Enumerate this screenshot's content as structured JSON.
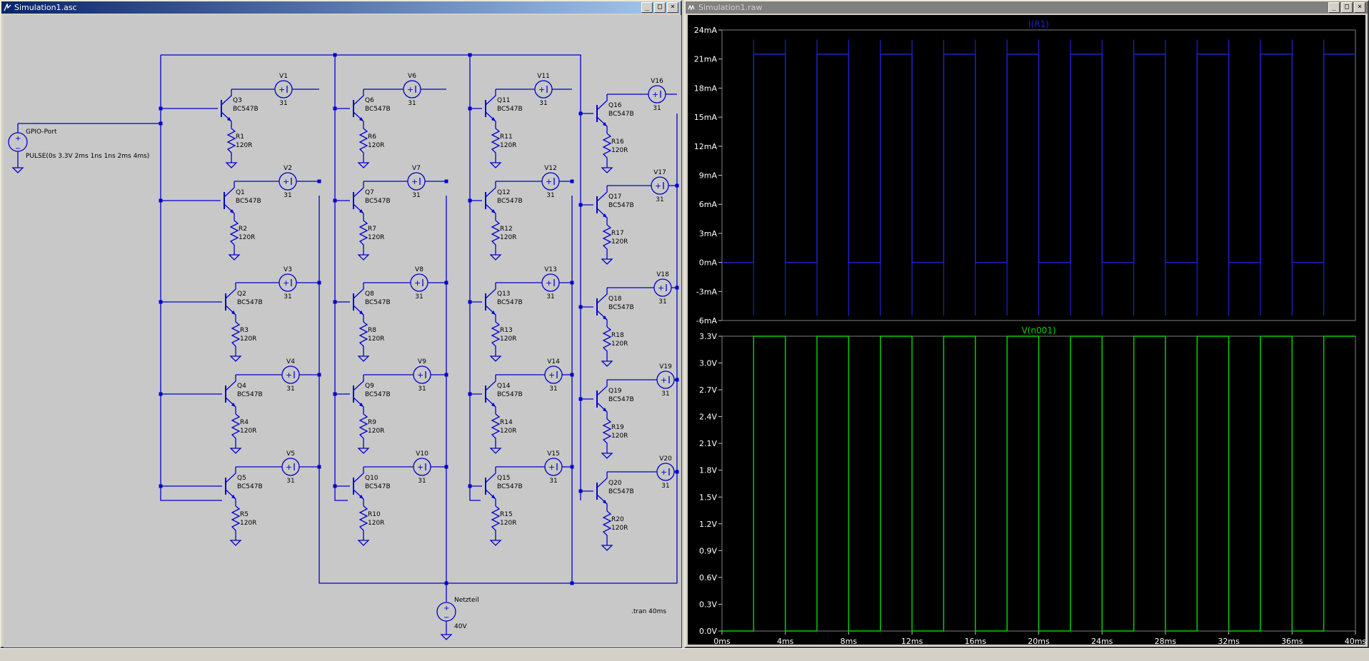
{
  "colors": {
    "schematic_bg": "#c8c8c8",
    "wire": "#0000d0",
    "plot_bg": "#000000",
    "plot_grid": "#808080",
    "trace_current": "#2020d0",
    "trace_voltage": "#00d000",
    "active_title": "#0a246a",
    "inactive_title": "#808080"
  },
  "schematic_window": {
    "title": "Simulation1.asc",
    "source": {
      "name": "GPIO-Port",
      "value": "PULSE(0s 3.3V 2ms 1ns 1ns 2ms 4ms)"
    },
    "supply": {
      "name": "Netzteil",
      "value": "40V"
    },
    "directive": ".tran 40ms",
    "transistor_model": "BC547B",
    "resistor_value": "120R",
    "load_value": "31",
    "stages": [
      {
        "q": "Q3",
        "r": "R1",
        "v": "V1"
      },
      {
        "q": "Q1",
        "r": "R2",
        "v": "V2"
      },
      {
        "q": "Q2",
        "r": "R3",
        "v": "V3"
      },
      {
        "q": "Q4",
        "r": "R4",
        "v": "V4"
      },
      {
        "q": "Q5",
        "r": "R5",
        "v": "V5"
      },
      {
        "q": "Q6",
        "r": "R6",
        "v": "V6"
      },
      {
        "q": "Q7",
        "r": "R7",
        "v": "V7"
      },
      {
        "q": "Q8",
        "r": "R8",
        "v": "V8"
      },
      {
        "q": "Q9",
        "r": "R9",
        "v": "V9"
      },
      {
        "q": "Q10",
        "r": "R10",
        "v": "V10"
      },
      {
        "q": "Q11",
        "r": "R11",
        "v": "V11"
      },
      {
        "q": "Q12",
        "r": "R12",
        "v": "V12"
      },
      {
        "q": "Q13",
        "r": "R13",
        "v": "V13"
      },
      {
        "q": "Q14",
        "r": "R14",
        "v": "V14"
      },
      {
        "q": "Q15",
        "r": "R15",
        "v": "V15"
      },
      {
        "q": "Q16",
        "r": "R16",
        "v": "V16"
      },
      {
        "q": "Q17",
        "r": "R17",
        "v": "V17"
      },
      {
        "q": "Q18",
        "r": "R18",
        "v": "V18"
      },
      {
        "q": "Q19",
        "r": "R19",
        "v": "V19"
      },
      {
        "q": "Q20",
        "r": "R20",
        "v": "V20"
      }
    ]
  },
  "waveform_window": {
    "title": "Simulation1.raw"
  },
  "chart_data": [
    {
      "type": "line",
      "title": "I(R1)",
      "x_ticks": [],
      "y_ticks": [
        "24mA",
        "21mA",
        "18mA",
        "15mA",
        "12mA",
        "9mA",
        "6mA",
        "3mA",
        "0mA",
        "-3mA",
        "-6mA"
      ],
      "ylim": [
        -6,
        24
      ],
      "xlim": [
        0,
        40
      ],
      "grid": false,
      "series": [
        {
          "name": "I(R1)",
          "x": [
            0,
            2,
            2,
            4,
            4,
            6,
            6,
            8,
            8,
            10,
            10,
            12,
            12,
            14,
            14,
            16,
            16,
            18,
            18,
            20,
            20,
            22,
            22,
            24,
            24,
            26,
            26,
            28,
            28,
            30,
            30,
            32,
            32,
            34,
            34,
            36,
            36,
            38,
            38,
            40
          ],
          "y": [
            0,
            0,
            21.5,
            21.5,
            0,
            0,
            21.5,
            21.5,
            0,
            0,
            21.5,
            21.5,
            0,
            0,
            21.5,
            21.5,
            0,
            0,
            21.5,
            21.5,
            0,
            0,
            21.5,
            21.5,
            0,
            0,
            21.5,
            21.5,
            0,
            0,
            21.5,
            21.5,
            0,
            0,
            21.5,
            21.5,
            0,
            0,
            21.5,
            21.5
          ]
        }
      ]
    },
    {
      "type": "line",
      "title": "V(n001)",
      "x_ticks": [
        "0ms",
        "4ms",
        "8ms",
        "12ms",
        "16ms",
        "20ms",
        "24ms",
        "28ms",
        "32ms",
        "36ms",
        "40ms"
      ],
      "y_ticks": [
        "3.3V",
        "3.0V",
        "2.7V",
        "2.4V",
        "2.1V",
        "1.8V",
        "1.5V",
        "1.2V",
        "0.9V",
        "0.6V",
        "0.3V",
        "0.0V"
      ],
      "ylim": [
        0,
        3.3
      ],
      "xlim": [
        0,
        40
      ],
      "grid": false,
      "series": [
        {
          "name": "V(n001)",
          "x": [
            0,
            2,
            2,
            4,
            4,
            6,
            6,
            8,
            8,
            10,
            10,
            12,
            12,
            14,
            14,
            16,
            16,
            18,
            18,
            20,
            20,
            22,
            22,
            24,
            24,
            26,
            26,
            28,
            28,
            30,
            30,
            32,
            32,
            34,
            34,
            36,
            36,
            38,
            38,
            40
          ],
          "y": [
            0,
            0,
            3.3,
            3.3,
            0,
            0,
            3.3,
            3.3,
            0,
            0,
            3.3,
            3.3,
            0,
            0,
            3.3,
            3.3,
            0,
            0,
            3.3,
            3.3,
            0,
            0,
            3.3,
            3.3,
            0,
            0,
            3.3,
            3.3,
            0,
            0,
            3.3,
            3.3,
            0,
            0,
            3.3,
            3.3,
            0,
            0,
            3.3,
            3.3
          ]
        }
      ]
    }
  ]
}
